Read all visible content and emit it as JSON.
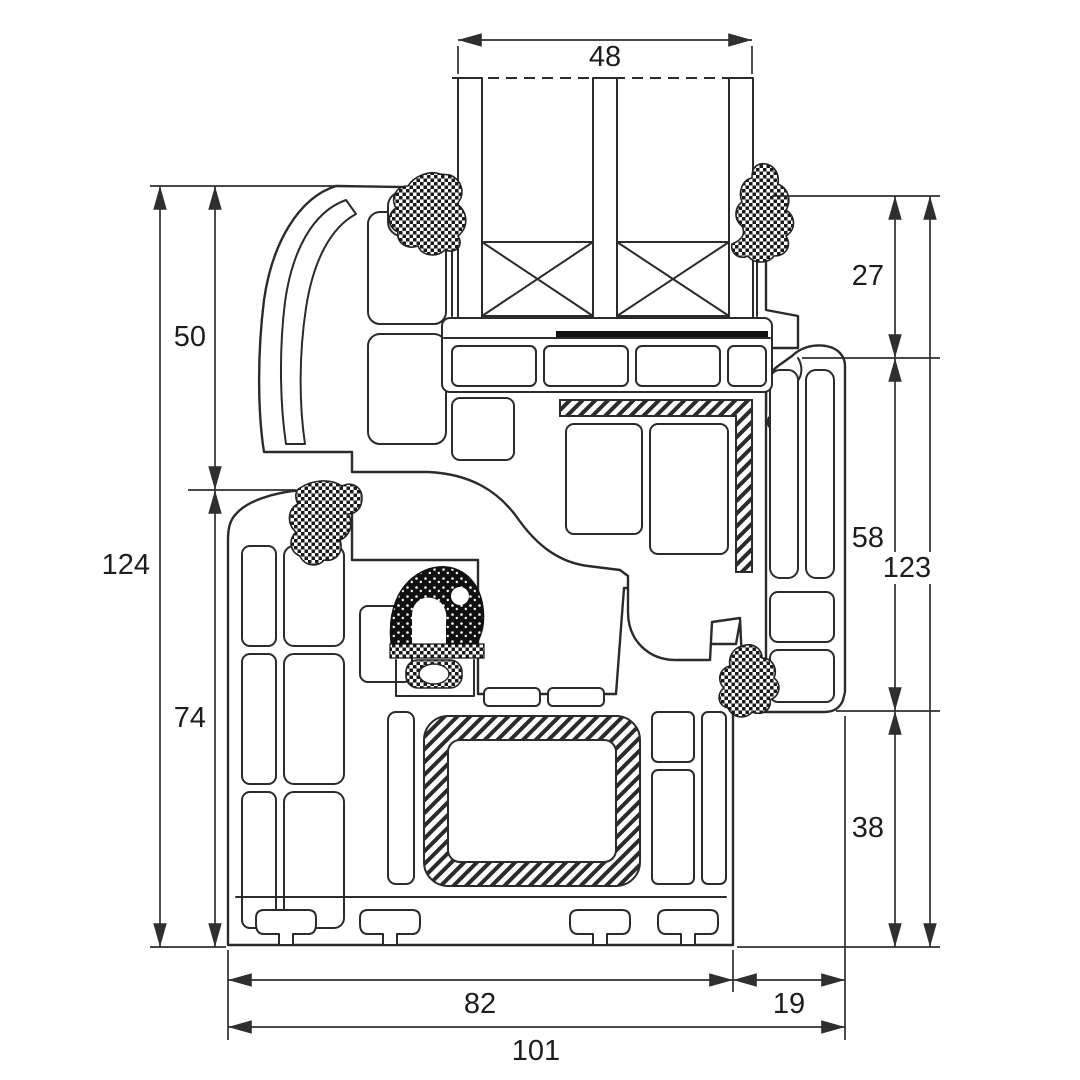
{
  "diagram": {
    "kind": "window-profile-cross-section",
    "colors": {
      "background": "#ffffff",
      "line": "#2b2b2b",
      "text": "#1d1d1d",
      "gasket_black": "#111111"
    },
    "dimensions": {
      "glazing": "48",
      "sash_height": "50",
      "overall_height_left": "124",
      "frame_height": "74",
      "sash_overlap": "27",
      "frame_mid": "58",
      "overall_height_right": "123",
      "frame_lower": "38",
      "frame_depth": "82",
      "extension": "19",
      "overall_depth": "101"
    }
  }
}
